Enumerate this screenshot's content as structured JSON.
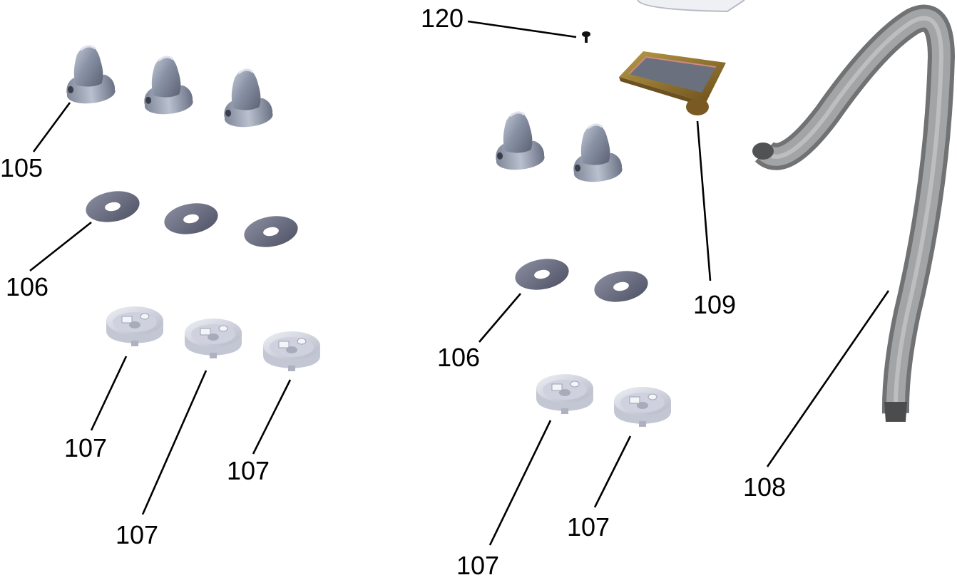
{
  "diagram": {
    "callouts": [
      {
        "id": "c105",
        "label": "105"
      },
      {
        "id": "c106a",
        "label": "106"
      },
      {
        "id": "c106b",
        "label": "106"
      },
      {
        "id": "c107a",
        "label": "107"
      },
      {
        "id": "c107b",
        "label": "107"
      },
      {
        "id": "c107c",
        "label": "107"
      },
      {
        "id": "c107d",
        "label": "107"
      },
      {
        "id": "c107e",
        "label": "107"
      },
      {
        "id": "c108",
        "label": "108"
      },
      {
        "id": "c109",
        "label": "109"
      },
      {
        "id": "c120",
        "label": "120"
      }
    ],
    "colors": {
      "knob": "#8e96a8",
      "washer": "#6c7184",
      "base": "#d8dbe6",
      "hose": "#8c8e90",
      "tray": "#8a6a2a"
    }
  }
}
